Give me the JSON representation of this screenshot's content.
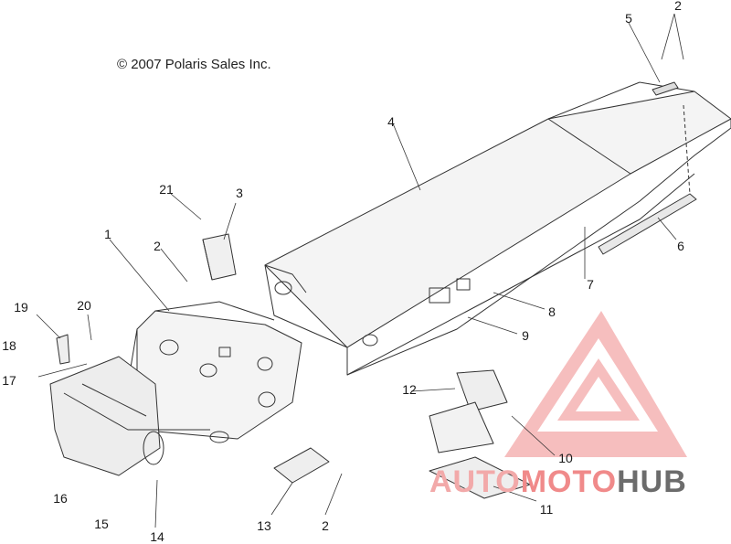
{
  "copyright": "© 2007 Polaris Sales Inc.",
  "callouts": [
    "1",
    "2",
    "2",
    "2",
    "3",
    "4",
    "5",
    "6",
    "7",
    "8",
    "9",
    "10",
    "11",
    "12",
    "13",
    "14",
    "15",
    "16",
    "17",
    "18",
    "19",
    "20",
    "21",
    "2"
  ],
  "watermark": {
    "part_auto": "AUTO",
    "part_moto": "MOTO",
    "part_hub": "HUB",
    "color_light": "#f2a9a9",
    "color_mid": "#f08a8a",
    "color_dark": "#6c6c6c"
  }
}
